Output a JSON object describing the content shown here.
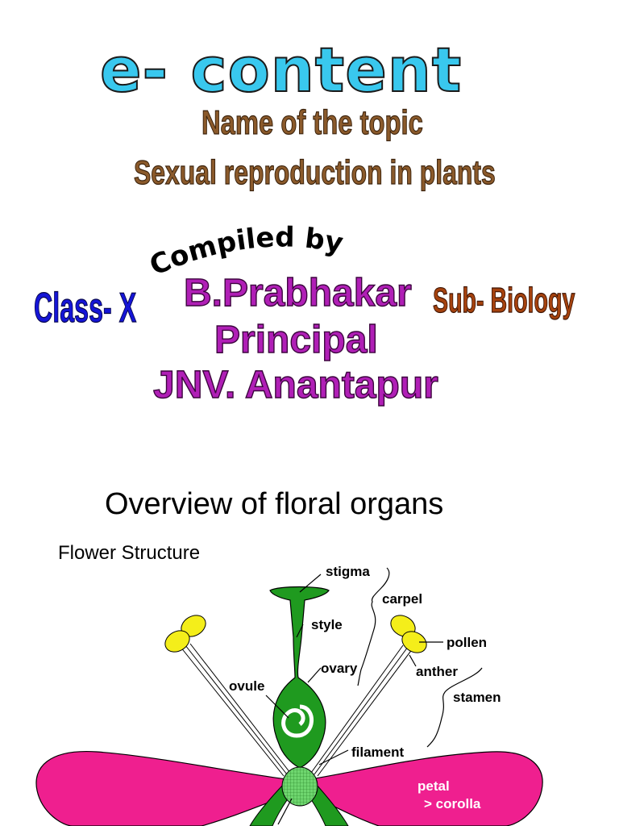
{
  "slide1": {
    "heading": "e- content",
    "topic_line1": "Name of the topic",
    "topic_line2": "Sexual reproduction in plants",
    "compiled_by": "Compiled  by",
    "author": "B.Prabhakar",
    "role": "Principal",
    "school": "JNV. Anantapur",
    "class": "Class- X",
    "subject": "Sub- Biology"
  },
  "slide2": {
    "title": "Overview of floral organs",
    "subtitle": "Flower Structure",
    "labels": {
      "stigma": "stigma",
      "carpel": "carpel",
      "style": "style",
      "pollen": "pollen",
      "ovary": "ovary",
      "anther": "anther",
      "ovule": "ovule",
      "stamen": "stamen",
      "filament": "filament",
      "petal": "petal",
      "corolla": "> corolla"
    }
  },
  "colors": {
    "heading": "#39c8ee",
    "topic": "#8b5a2b",
    "author": "#b01fb6",
    "class": "#1515d6",
    "subject": "#a5420e",
    "petal": "#ef1f8f",
    "pistil": "#1f9a1f",
    "anther": "#f4ee1a"
  }
}
